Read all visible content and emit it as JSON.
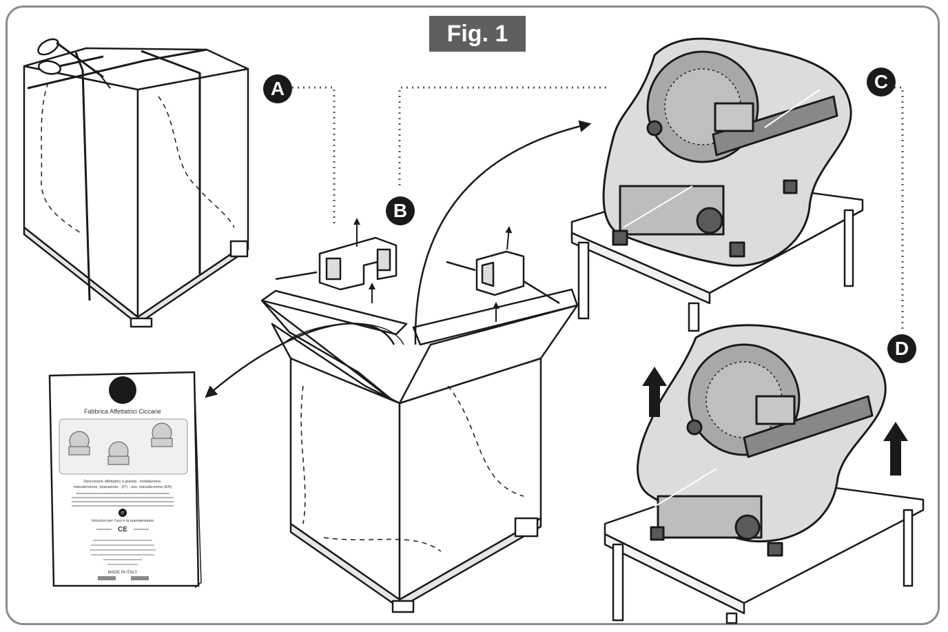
{
  "figure": {
    "title": "Fig. 1"
  },
  "steps": {
    "a": "A",
    "b": "B",
    "c": "C",
    "d": "D"
  },
  "manual": {
    "logo_lettering": "Fabbrica Affettatrici Ciccarie",
    "description_lines": [
      "Descrizione affettatrici a gravità - installazione,",
      "manutenzione, riparazione - (IT) - uso, manutenzione (EN)",
      "",
      "",
      "",
      ""
    ],
    "language_badge": "IT",
    "instructions_line": "Istruzioni per l'uso e la manutenzione",
    "ce_mark": "CE",
    "address_lines": [
      "",
      "",
      "",
      "",
      ""
    ],
    "made_in": "MADE IN ITALY"
  },
  "colors": {
    "frame": "#8a8a8a",
    "title_bg": "#5f5f5f",
    "badge": "#1a1a1a",
    "plastic": "#d9d9d9",
    "machine": "#b3b3b3"
  }
}
